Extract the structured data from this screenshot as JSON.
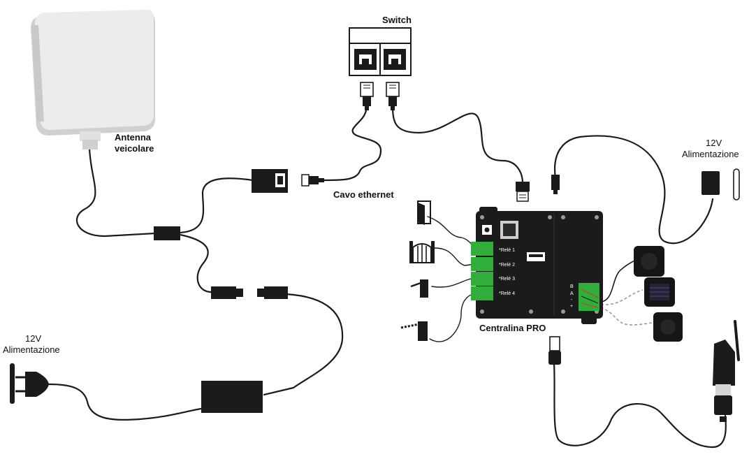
{
  "labels": {
    "switch": "Switch",
    "antenna_line1": "Antenna",
    "antenna_line2": "veicolare",
    "ethernet_cable": "Cavo ethernet",
    "power_right_line1": "12V",
    "power_right_line2": "Alimentazione",
    "power_left_line1": "12V",
    "power_left_line2": "Alimentazione",
    "controller": "Centralina PRO"
  },
  "relays": [
    "*Relé 1",
    "*Relé 2",
    "*Relé 3",
    "*Relé 4"
  ],
  "terminal_letters": [
    "B",
    "A",
    "-",
    "+"
  ],
  "icons": {
    "antenna": "vehicle-antenna-icon",
    "switch": "network-switch-icon",
    "door": "door-icon",
    "gate": "gate-icon",
    "barrier": "barrier-icon",
    "bollard": "bollard-icon",
    "adapter": "power-adapter-icon",
    "plug": "power-plug-icon",
    "reader": "card-reader-icon",
    "keypad": "keypad-icon",
    "modem": "usb-modem-icon"
  },
  "colors": {
    "device": "#1b1b1b",
    "antenna": "#e9e9e9",
    "terminal": "#2fae3a",
    "cable": "#1a1a1a",
    "dashed": "#9a9a9a"
  }
}
